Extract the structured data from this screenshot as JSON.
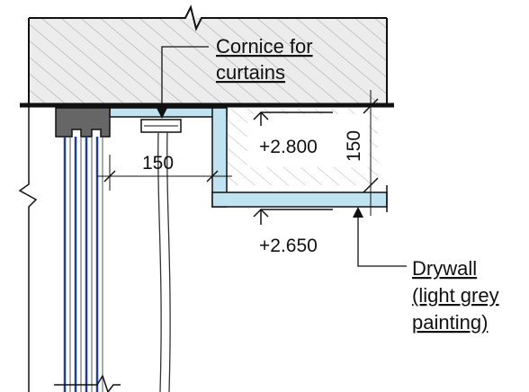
{
  "labels": {
    "cornice_line1": "Cornice for",
    "cornice_line2": "curtains",
    "drywall_line1": "Drywall",
    "drywall_line2": "(light grey",
    "drywall_line3": "painting)",
    "dim_width": "150",
    "dim_height": "150",
    "level_upper": "+2.800",
    "level_lower": "+2.650"
  },
  "colors": {
    "line": "#111111",
    "drywall_fill": "#bfe3f0",
    "glazing_line": "#1a3fa8",
    "frame_fill": "#666666",
    "slab_fill": "#e8e8e8",
    "hatch": "#9a9a9a"
  }
}
